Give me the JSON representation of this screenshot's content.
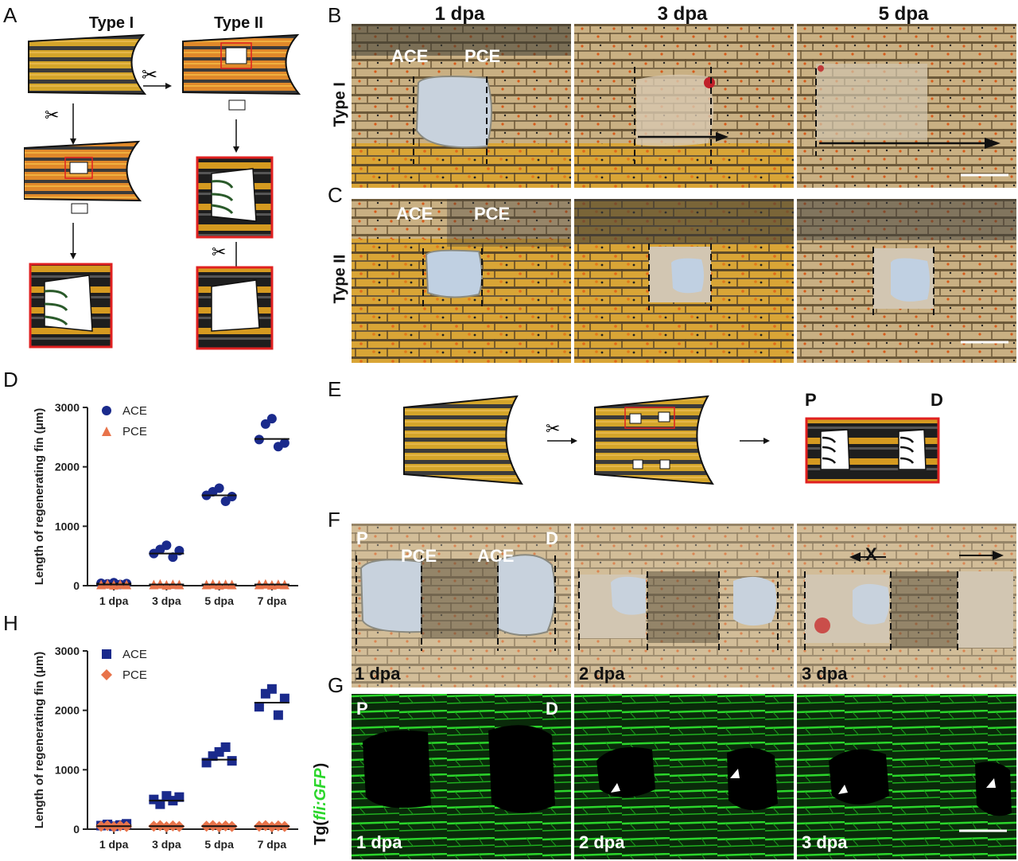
{
  "panels": {
    "A": "A",
    "B": "B",
    "C": "C",
    "D": "D",
    "E": "E",
    "F": "F",
    "G": "G",
    "H": "H"
  },
  "panelA": {
    "type1": "Type I",
    "type2": "Type II"
  },
  "columns": [
    "1 dpa",
    "3 dpa",
    "5 dpa"
  ],
  "rows": {
    "type1": "Type I",
    "type2": "Type II"
  },
  "labels": {
    "ace": "ACE",
    "pce": "PCE",
    "p": "P",
    "d": "D",
    "cross": "X"
  },
  "panelF": {
    "times": [
      "1 dpa",
      "2 dpa",
      "3 dpa"
    ]
  },
  "panelG": {
    "times": [
      "1 dpa",
      "2 dpa",
      "3 dpa"
    ],
    "label_prefix": "Tg(",
    "label_gene": "fli:GFP",
    "label_suffix": ")"
  },
  "colors": {
    "ace": "#1a2a8c",
    "pce": "#e8734a",
    "gfp": "#2bd62b",
    "scheme_red": "#e02020",
    "fin_orange": "#e0892a",
    "fin_yellow": "#d4a52a"
  },
  "chart_data": [
    {
      "id": "D",
      "type": "scatter",
      "categories": [
        "1 dpa",
        "3 dpa",
        "5 dpa",
        "7 dpa"
      ],
      "ylabel": "Length of regenerating fin (μm)",
      "ylim": [
        0,
        3000
      ],
      "yticks": [
        0,
        1000,
        2000,
        3000
      ],
      "legend": "top-left",
      "series": [
        {
          "name": "ACE",
          "marker": "circle",
          "color": "#1a2a8c",
          "values": [
            [
              40,
              30,
              50,
              20,
              35
            ],
            [
              540,
              610,
              680,
              480,
              590
            ],
            [
              1520,
              1580,
              1640,
              1420,
              1500
            ],
            [
              2460,
              2720,
              2810,
              2340,
              2400
            ]
          ],
          "means": [
            35,
            540,
            1520,
            2470
          ]
        },
        {
          "name": "PCE",
          "marker": "triangle",
          "color": "#e8734a",
          "values": [
            [
              20,
              30,
              15,
              25,
              20
            ],
            [
              20,
              30,
              15,
              25,
              20
            ],
            [
              20,
              30,
              15,
              25,
              20
            ],
            [
              20,
              30,
              15,
              25,
              20
            ]
          ],
          "means": [
            20,
            20,
            20,
            20
          ]
        }
      ]
    },
    {
      "id": "H",
      "type": "scatter",
      "categories": [
        "1 dpa",
        "3 dpa",
        "5 dpa",
        "7 dpa"
      ],
      "ylabel": "Length of regenerating fin (μm)",
      "ylim": [
        0,
        3000
      ],
      "yticks": [
        0,
        1000,
        2000,
        3000
      ],
      "legend": "top-left",
      "series": [
        {
          "name": "ACE",
          "marker": "square",
          "color": "#1a2a8c",
          "values": [
            [
              60,
              80,
              50,
              70,
              90
            ],
            [
              500,
              420,
              560,
              480,
              540
            ],
            [
              1120,
              1230,
              1300,
              1380,
              1150
            ],
            [
              2060,
              2280,
              2360,
              1920,
              2200
            ]
          ],
          "means": [
            70,
            480,
            1170,
            2130
          ]
        },
        {
          "name": "PCE",
          "marker": "diamond",
          "color": "#e8734a",
          "values": [
            [
              50,
              60,
              40,
              55,
              45
            ],
            [
              50,
              60,
              40,
              55,
              45
            ],
            [
              50,
              60,
              40,
              55,
              45
            ],
            [
              50,
              60,
              40,
              55,
              45
            ]
          ],
          "means": [
            50,
            50,
            50,
            50
          ]
        }
      ]
    }
  ]
}
